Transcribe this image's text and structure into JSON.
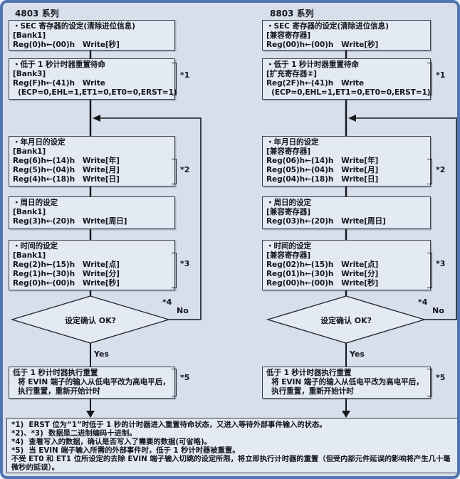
{
  "colors": {
    "page_background": "#d8dfec",
    "frame_border": "#5074ae",
    "box_fill": "#e4eaf3",
    "box_border": "#3c3f46",
    "connector_line": "#16181d",
    "text": "#14161d"
  },
  "left": {
    "title": "4803 系列",
    "boxes": [
      {
        "note": "",
        "lines": [
          "・SEC 寄存器的设定(清除进位信息)",
          "[Bank1]",
          "Reg(0)h←(00)h   Write[秒]"
        ]
      },
      {
        "note": "*1",
        "lines": [
          "・低于 1 秒计时器重置待命",
          "[Bank3]",
          "Reg(F)h←(41)h   Write",
          "  (ECP=0,EHL=1,ET1=0,ET0=0,ERST=1)"
        ]
      },
      {
        "note": "*2",
        "lines": [
          "・年月日的设定",
          "[Bank1]",
          "Reg(6)h←(14)h   Write[年]",
          "Reg(5)h←(04)h   Write[月]",
          "Reg(4)h←(18)h   Write[日]"
        ]
      },
      {
        "note": "",
        "lines": [
          "・周日的设定",
          "[Bank1]",
          "Reg(3)h←(20)h   Write[周日]"
        ]
      },
      {
        "note": "*3",
        "lines": [
          "・时间的设定",
          "[Bank1]",
          "Reg(2)h←(15)h   Write[点]",
          "Reg(1)h←(30)h   Write[分]",
          "Reg(0)h←(00)h   Write[秒]"
        ]
      },
      {
        "note": "*5",
        "lines": [
          "低于 1 秒计时器执行重置",
          "  将 EVIN 端子的输入从低电平改为高电平后，",
          "  执行重置，重新开始计时"
        ]
      }
    ],
    "decision": {
      "label": "设定确认 OK?",
      "note": "*4",
      "no": "No",
      "yes": "Yes"
    }
  },
  "right": {
    "title": "8803 系列",
    "boxes": [
      {
        "note": "",
        "lines": [
          "・SEC 寄存器的设定(清除进位信息)",
          "[兼容寄存器]",
          "Reg(00)h←(00)h   Write[秒]"
        ]
      },
      {
        "note": "*1",
        "lines": [
          "・低于 1 秒计时器重置待命",
          "[扩充寄存器②]",
          "Reg(2F)h←(41)h   Write",
          "  (ECP=0,EHL=1,ET1=0,ET0=0,ERST=1)"
        ]
      },
      {
        "note": "*2",
        "lines": [
          "・年月日的设定",
          "[兼容寄存器]",
          "Reg(06)h←(14)h   Write[年]",
          "Reg(05)h←(04)h   Write[月]",
          "Reg(04)h←(18)h   Write[日]"
        ]
      },
      {
        "note": "",
        "lines": [
          "・周日的设定",
          "[兼容寄存器]",
          "Reg(03)h←(20)h   Write[周日]"
        ]
      },
      {
        "note": "*3",
        "lines": [
          "・时间的设定",
          "[兼容寄存器]",
          "Reg(02)h←(15)h   Write[点]",
          "Reg(01)h←(30)h   Write[分]",
          "Reg(00)h←(00)h   Write[秒]"
        ]
      },
      {
        "note": "*5",
        "lines": [
          "低于 1 秒计时器执行重置",
          "  将 EVIN 端子的输入从低电平改为高电平后，",
          "  执行重置，重新开始计时"
        ]
      }
    ],
    "decision": {
      "label": "设定确认 OK?",
      "note": "*4",
      "no": "No",
      "yes": "Yes"
    }
  },
  "footnote": {
    "lines": [
      "*1)  ERST 位为“1”时低于 1 秒的计时器进入重置待命状态，又进入等待外部事件输入的状态。",
      "*2)、*3)  数据是二进制编码十进制。",
      "*4)  查看写入的数据，确认是否写入了需要的数据(可省略)。",
      "*5)  当 EVIN 端子输入所需的外部事件时，低于 1 秒计时器被重置。",
      "不受 ET0 和 ET1 位所设定的去除 EVIN 端子输入切跳的设定所限，将立即执行计时器的重置（但受内部元件延误的影响将产生几十毫",
      "微秒的延误）。"
    ]
  }
}
